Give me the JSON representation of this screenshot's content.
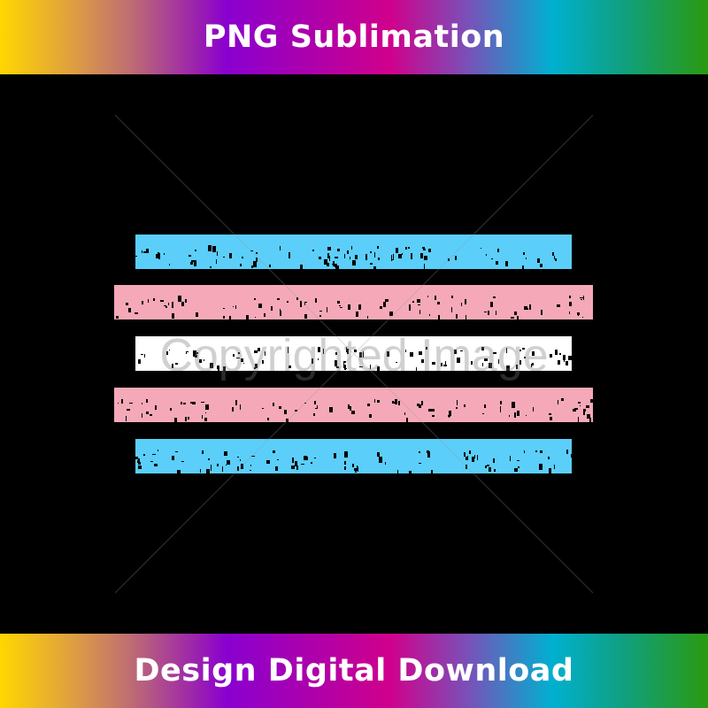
{
  "header": {
    "title": "PNG Sublimation"
  },
  "footer": {
    "title": "Design Digital Download"
  },
  "watermark": {
    "text": "Copyrighted Image"
  },
  "flag": {
    "stripe_colors": [
      "#5bcefa",
      "#f5a9b8",
      "#ffffff",
      "#f5a9b8",
      "#5bcefa"
    ]
  },
  "colors": {
    "background": "#000000",
    "banner_text": "#ffffff"
  }
}
